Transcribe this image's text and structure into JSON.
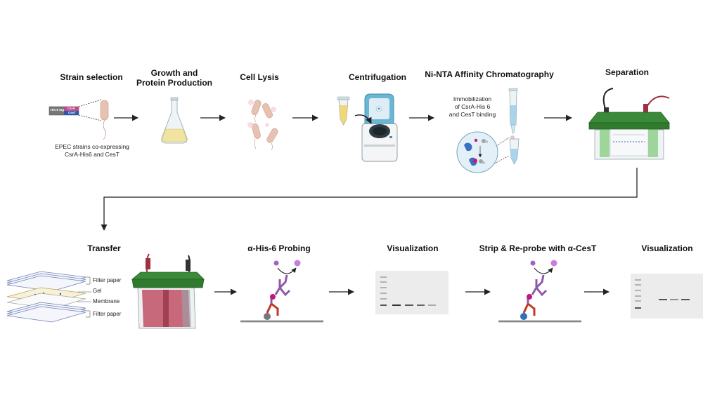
{
  "steps": {
    "strain_selection": "Strain selection",
    "growth_line1": "Growth and",
    "growth_line2": "Protein Production",
    "cell_lysis": "Cell Lysis",
    "centrifugation": "Centrifugation",
    "ni_nta": "Ni-NTA Affinity Chromatography",
    "separation": "Separation",
    "transfer": "Transfer",
    "his_probing": "α-His-6 Probing",
    "visualization_1": "Visualization",
    "strip_reprobe": "Strip & Re-probe with α-CesT",
    "visualization_2": "Visualization"
  },
  "notes": {
    "strain_line1": "EPEC strains co-expressing",
    "strain_line2": "CsrA-His6 and CesT",
    "immob_line1": "Immobilization",
    "immob_line2": "of CsrA-His 6",
    "immob_line3": "and CesT binding"
  },
  "plasmid_labels": {
    "his_tag": "His-6 tag",
    "csra": "CsrA",
    "cest": "CesT"
  },
  "transfer_stack_labels": {
    "filter_top": "Filter paper",
    "gel": "Gel",
    "membrane": "Membrane",
    "filter_bottom": "Filter paper"
  },
  "colors": {
    "arrow": "#222222",
    "bacterium": "#e6c2b0",
    "tank_green": "#3a8a3a",
    "tank_red": "#b84a5a",
    "antibody_red": "#c0392b",
    "antibody_purple": "#8e5aa8",
    "protein_magenta": "#c2187a",
    "bead_blue": "#2f6fbf",
    "flask_yellow": "#f1e3a0",
    "blot_bg": "#ececec"
  },
  "icons": [
    "plasmid-icon",
    "bacterium-icon",
    "flask-icon",
    "lysed-cell-icon",
    "tube-icon",
    "centrifuge-icon",
    "column-icon",
    "magnified-bead-icon",
    "electrophoresis-tank-icon",
    "transfer-stack-icon",
    "transfer-tank-icon",
    "antibody-icon",
    "western-blot-icon"
  ]
}
